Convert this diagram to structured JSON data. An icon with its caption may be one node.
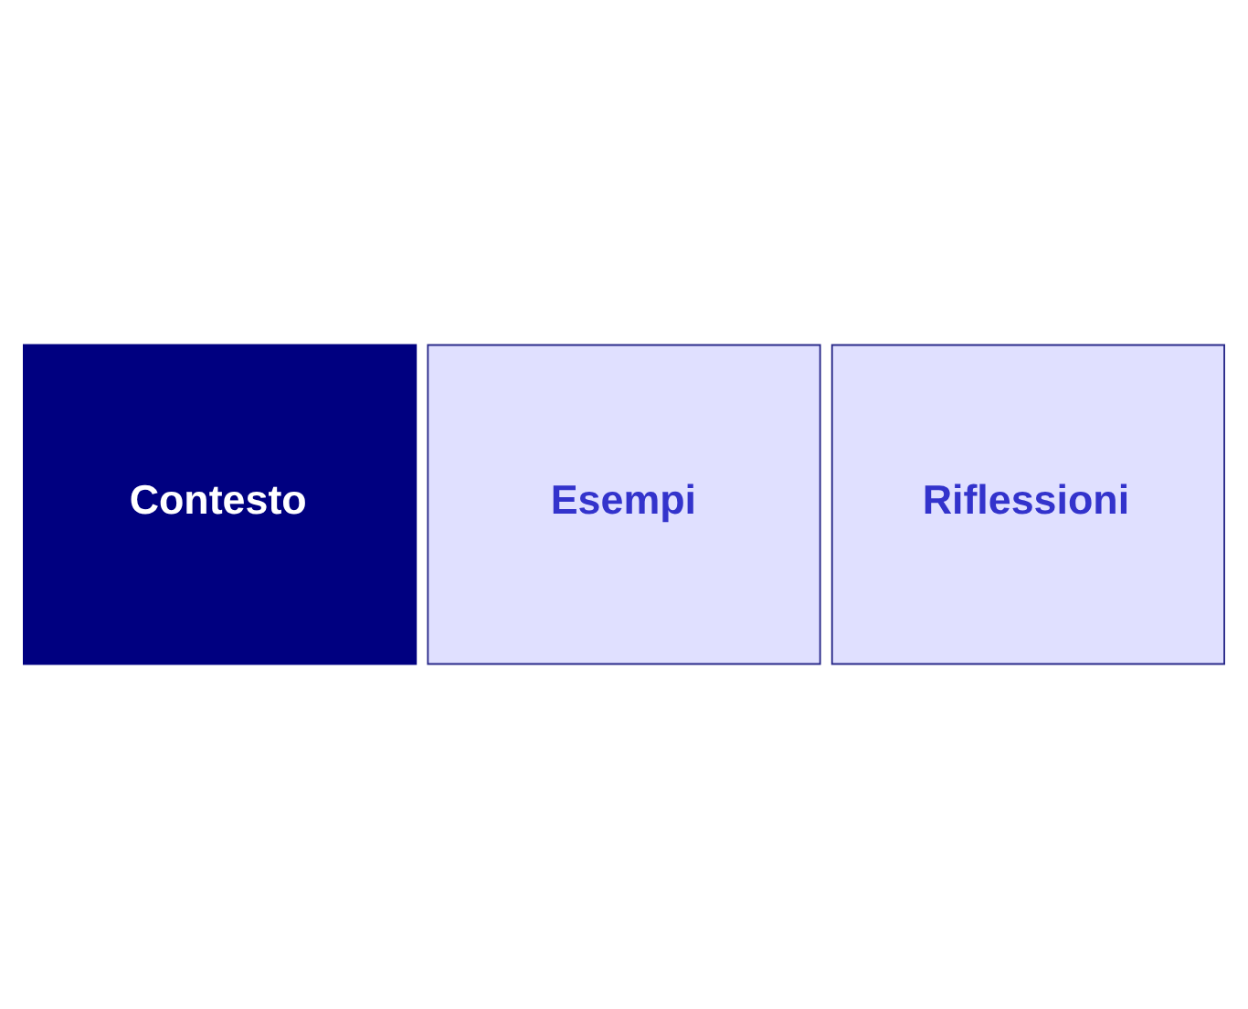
{
  "diagram": {
    "nodes": [
      {
        "text": [
          "Riflessioni"
        ]
      },
      {
        "text": [
          "Esempi"
        ]
      },
      {
        "text": [
          "Contesto"
        ]
      }
    ]
  }
}
